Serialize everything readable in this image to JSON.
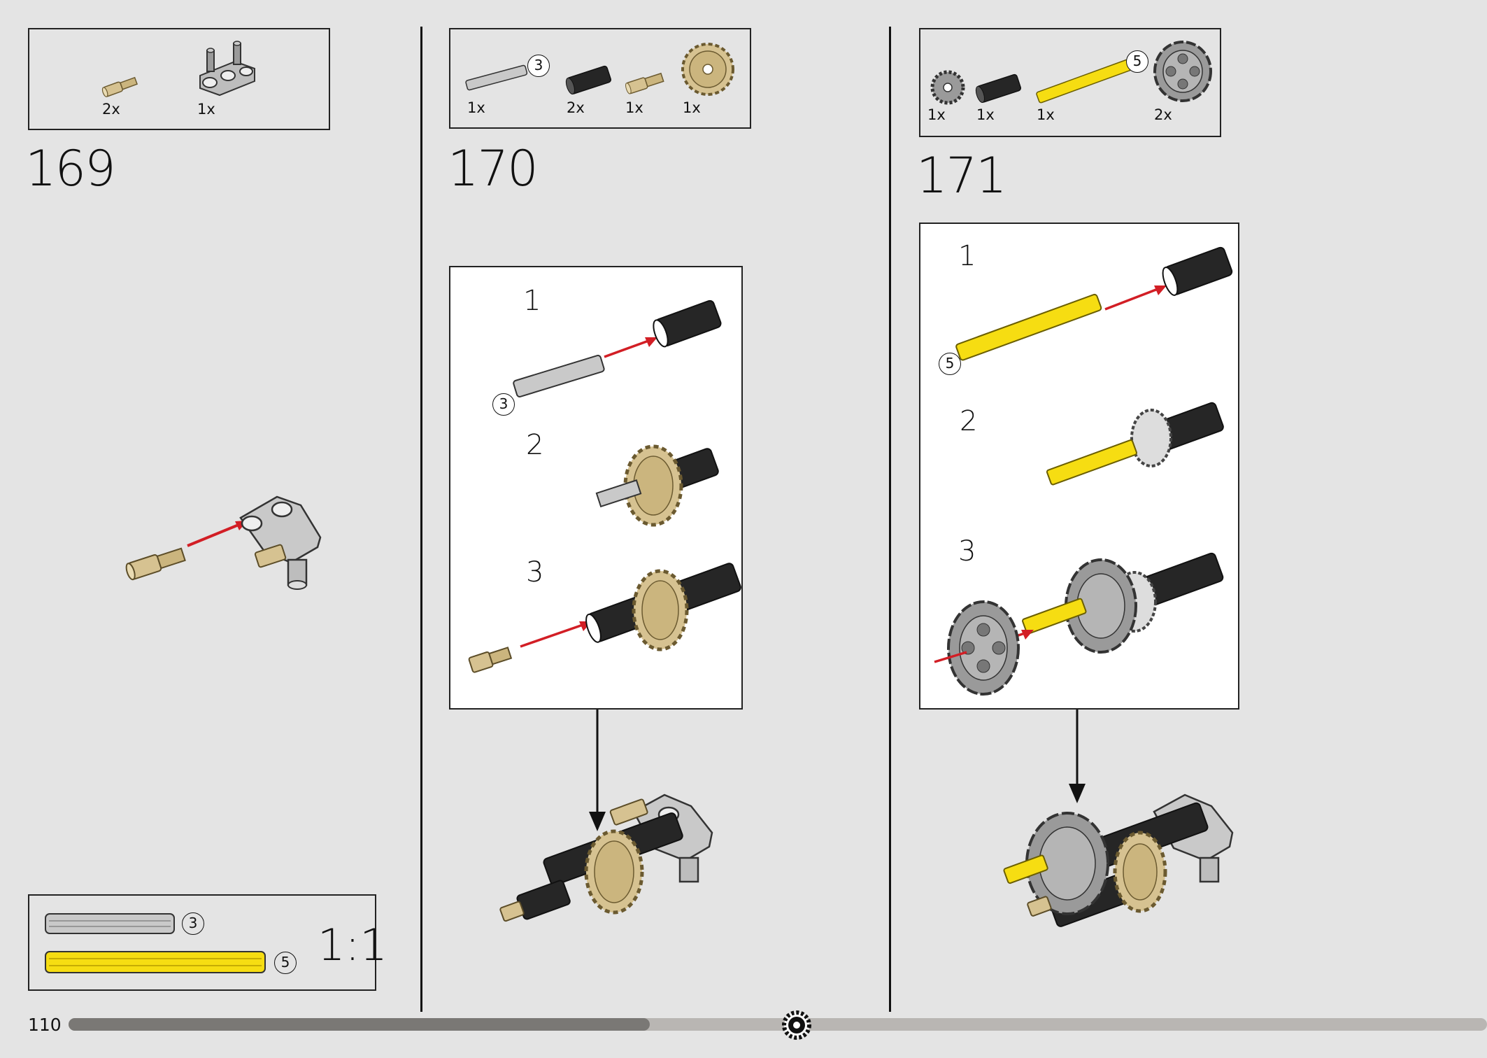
{
  "page_number": "110",
  "progress": 0.41,
  "colors": {
    "tan": "#d6c291",
    "yellow": "#f6dd12",
    "light_grey": "#c9c9c9",
    "dark_grey": "#9a9a9a",
    "black": "#262626",
    "arrow": "#d21e25",
    "background": "#e4e4e4"
  },
  "steps": [
    {
      "number": "169",
      "parts": [
        {
          "qty": "2x",
          "icon": "tan-axle-pin-icon"
        },
        {
          "qty": "1x",
          "icon": "grey-pin-connector-icon"
        }
      ]
    },
    {
      "number": "170",
      "parts": [
        {
          "qty": "1x",
          "icon": "grey-axle-3-icon",
          "length": "3"
        },
        {
          "qty": "2x",
          "icon": "black-axle-connector-icon"
        },
        {
          "qty": "1x",
          "icon": "tan-axle-pin-icon"
        },
        {
          "qty": "1x",
          "icon": "tan-gear-20-icon"
        }
      ],
      "substeps": [
        {
          "num": "1",
          "callout": "3"
        },
        {
          "num": "2"
        },
        {
          "num": "3"
        }
      ]
    },
    {
      "number": "171",
      "parts": [
        {
          "qty": "1x",
          "icon": "grey-gear-small-icon"
        },
        {
          "qty": "1x",
          "icon": "black-axle-connector-icon"
        },
        {
          "qty": "1x",
          "icon": "yellow-axle-5-icon",
          "length": "5"
        },
        {
          "qty": "2x",
          "icon": "grey-hub-icon"
        }
      ],
      "substeps": [
        {
          "num": "1",
          "callout": "5"
        },
        {
          "num": "2"
        },
        {
          "num": "3"
        }
      ]
    }
  ],
  "scale_box": {
    "ratio": "1:1",
    "items": [
      {
        "length": "3",
        "icon": "grey-axle-3-scale-icon"
      },
      {
        "length": "5",
        "icon": "yellow-axle-5-scale-icon"
      }
    ]
  }
}
